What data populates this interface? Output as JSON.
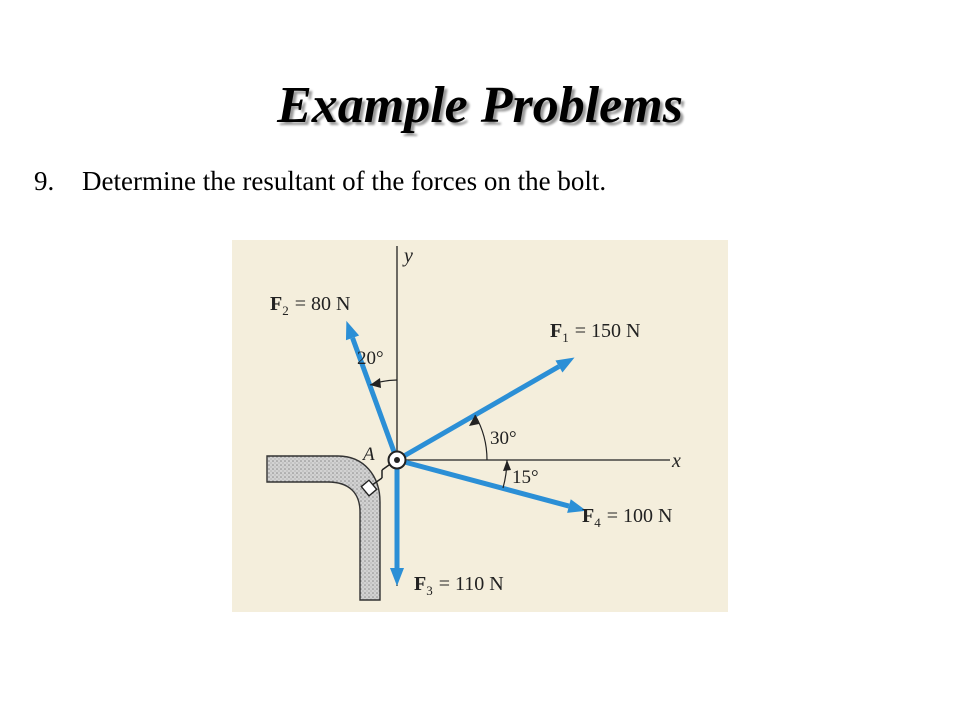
{
  "slide": {
    "title": "Example Problems",
    "problem_number": "9.",
    "problem_text": "Determine the resultant of the forces on the bolt."
  },
  "diagram": {
    "background_color": "#f4eedc",
    "arrow_color": "#2b8fd6",
    "axes": {
      "x_label": "x",
      "y_label": "y"
    },
    "point_label": "A",
    "forces": [
      {
        "symbol": "F",
        "subscript": "1",
        "value_text": "= 150 N",
        "magnitude": 150,
        "angle_text": "30°",
        "angle_deg": 30
      },
      {
        "symbol": "F",
        "subscript": "2",
        "value_text": "= 80 N",
        "magnitude": 80,
        "angle_text": "20°",
        "angle_deg": 110
      },
      {
        "symbol": "F",
        "subscript": "3",
        "value_text": "= 110 N",
        "magnitude": 110,
        "angle_text": "",
        "angle_deg": 270
      },
      {
        "symbol": "F",
        "subscript": "4",
        "value_text": "= 100 N",
        "magnitude": 100,
        "angle_text": "15°",
        "angle_deg": -15
      }
    ]
  }
}
